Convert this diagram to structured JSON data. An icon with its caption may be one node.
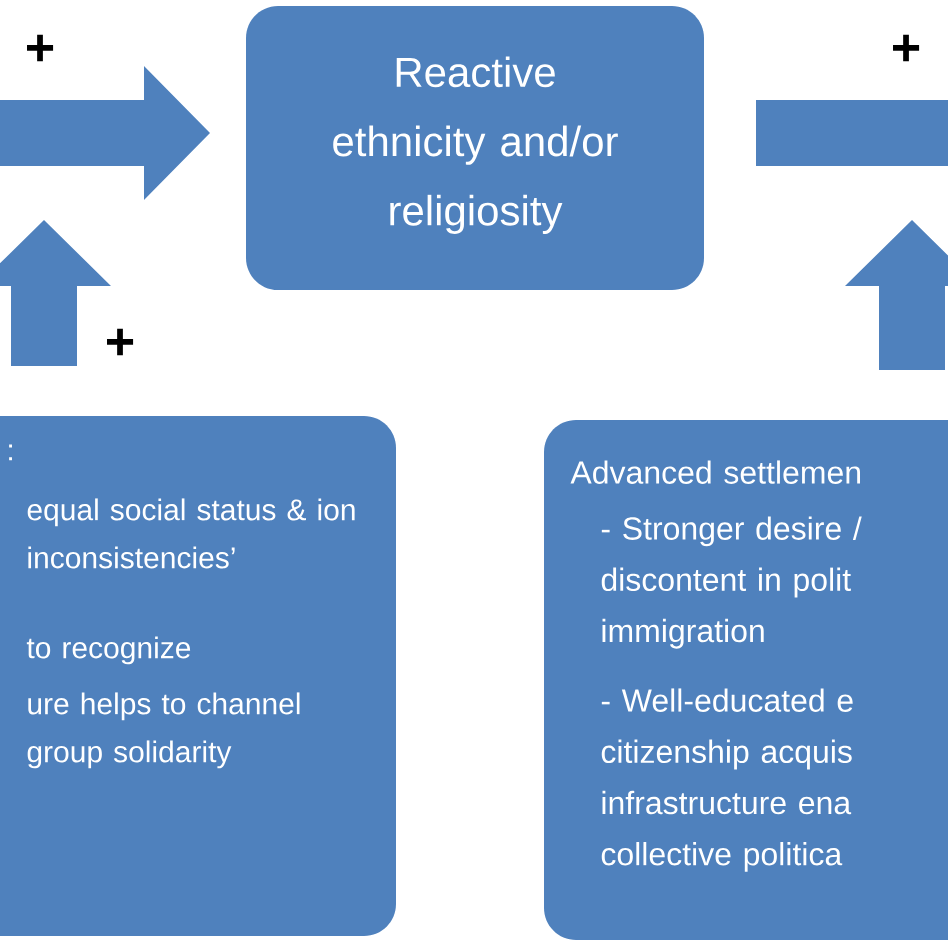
{
  "diagram": {
    "nodes": [
      {
        "text": [
          ":",
          "equal social status & ion inconsistencies’",
          "to recognize",
          "ure helps to channel group solidarity"
        ]
      },
      {
        "text": [
          "Reactive ethnicity and/or religiosity"
        ]
      },
      {
        "text": [
          "Advanced settlemen",
          "- Stronger desire / discontent in polit immigration",
          "- Well-educated e citizenship acquis infrastructure ena collective politica"
        ]
      }
    ],
    "edges": [
      {
        "from": null,
        "to": 1,
        "arrow": "to",
        "label": "+"
      },
      {
        "from": 0,
        "to": null,
        "arrow": "to",
        "label": "+"
      },
      {
        "from": 1,
        "to": null,
        "arrow": "to",
        "label": "+"
      },
      {
        "from": 2,
        "to": null,
        "arrow": "to"
      }
    ]
  }
}
